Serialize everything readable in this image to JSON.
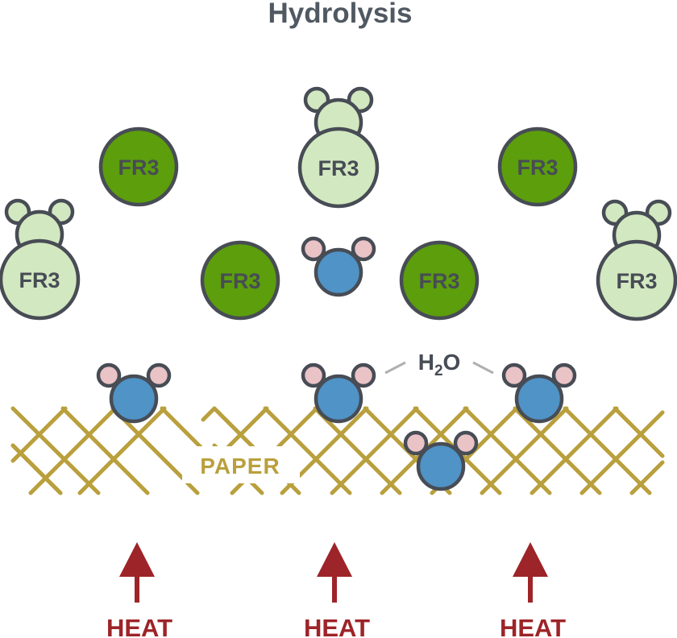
{
  "title": "Hydrolysis",
  "molecule_label": "FR3",
  "water_label_main": "H",
  "water_label_sub": "2",
  "water_label_end": "O",
  "paper_label": "PAPER",
  "heat_label": "HEAT",
  "colors": {
    "title": "#505862",
    "outline": "#474c55",
    "fr3_dark": "#5c9e0b",
    "fr3_light": "#d2e8c0",
    "water_body": "#4f93c7",
    "water_ear": "#eac3c6",
    "paper": "#b9a03d",
    "heat": "#9d2428",
    "leader": "#b0b0b0"
  },
  "icons": {
    "fr3_molecule": "fr3-molecule-icon",
    "hydrolyzed_fr3": "hydrolyzed-fr3-icon",
    "water": "water-molecule-icon",
    "heat_arrow": "heat-arrow-icon"
  }
}
